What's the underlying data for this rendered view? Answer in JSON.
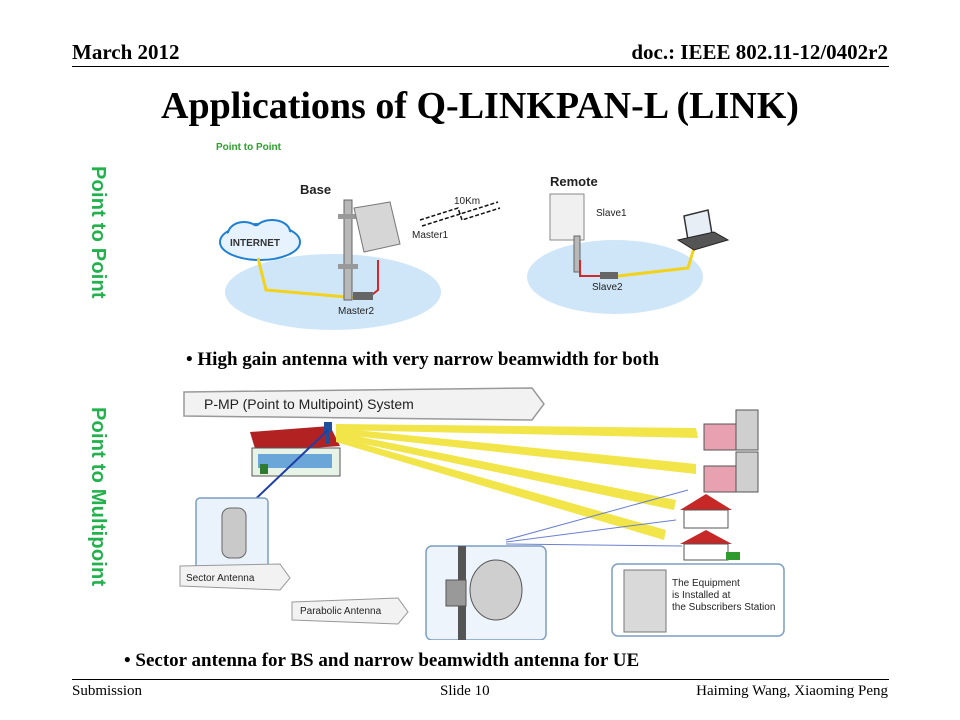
{
  "header": {
    "date": "March 2012",
    "doc": "doc.: IEEE 802.11-12/0402r2"
  },
  "title": "Applications of Q-LINKPAN-L (LINK)",
  "side_labels": {
    "p2p": "Point to Point",
    "p2mp": "Point to Multipoint"
  },
  "figure1": {
    "caption": "Point to Point",
    "base": "Base",
    "remote": "Remote",
    "distance": "10Km",
    "internet": "INTERNET",
    "master1": "Master1",
    "master2": "Master2",
    "slave1": "Slave1",
    "slave2": "Slave2"
  },
  "bullets": {
    "p2p": "High gain antenna with very narrow beamwidth for both",
    "p2mp": "Sector antenna for BS and narrow beamwidth antenna for UE"
  },
  "figure2": {
    "system_label": "P-MP (Point to Multipoint) System",
    "sector": "Sector Antenna",
    "parabolic": "Parabolic Antenna",
    "equip1": "The Equipment",
    "equip2": "is Installed at",
    "equip3": "the Subscribers Station"
  },
  "footer": {
    "left": "Submission",
    "center": "Slide 10",
    "right": "Haiming Wang, Xiaoming Peng"
  }
}
